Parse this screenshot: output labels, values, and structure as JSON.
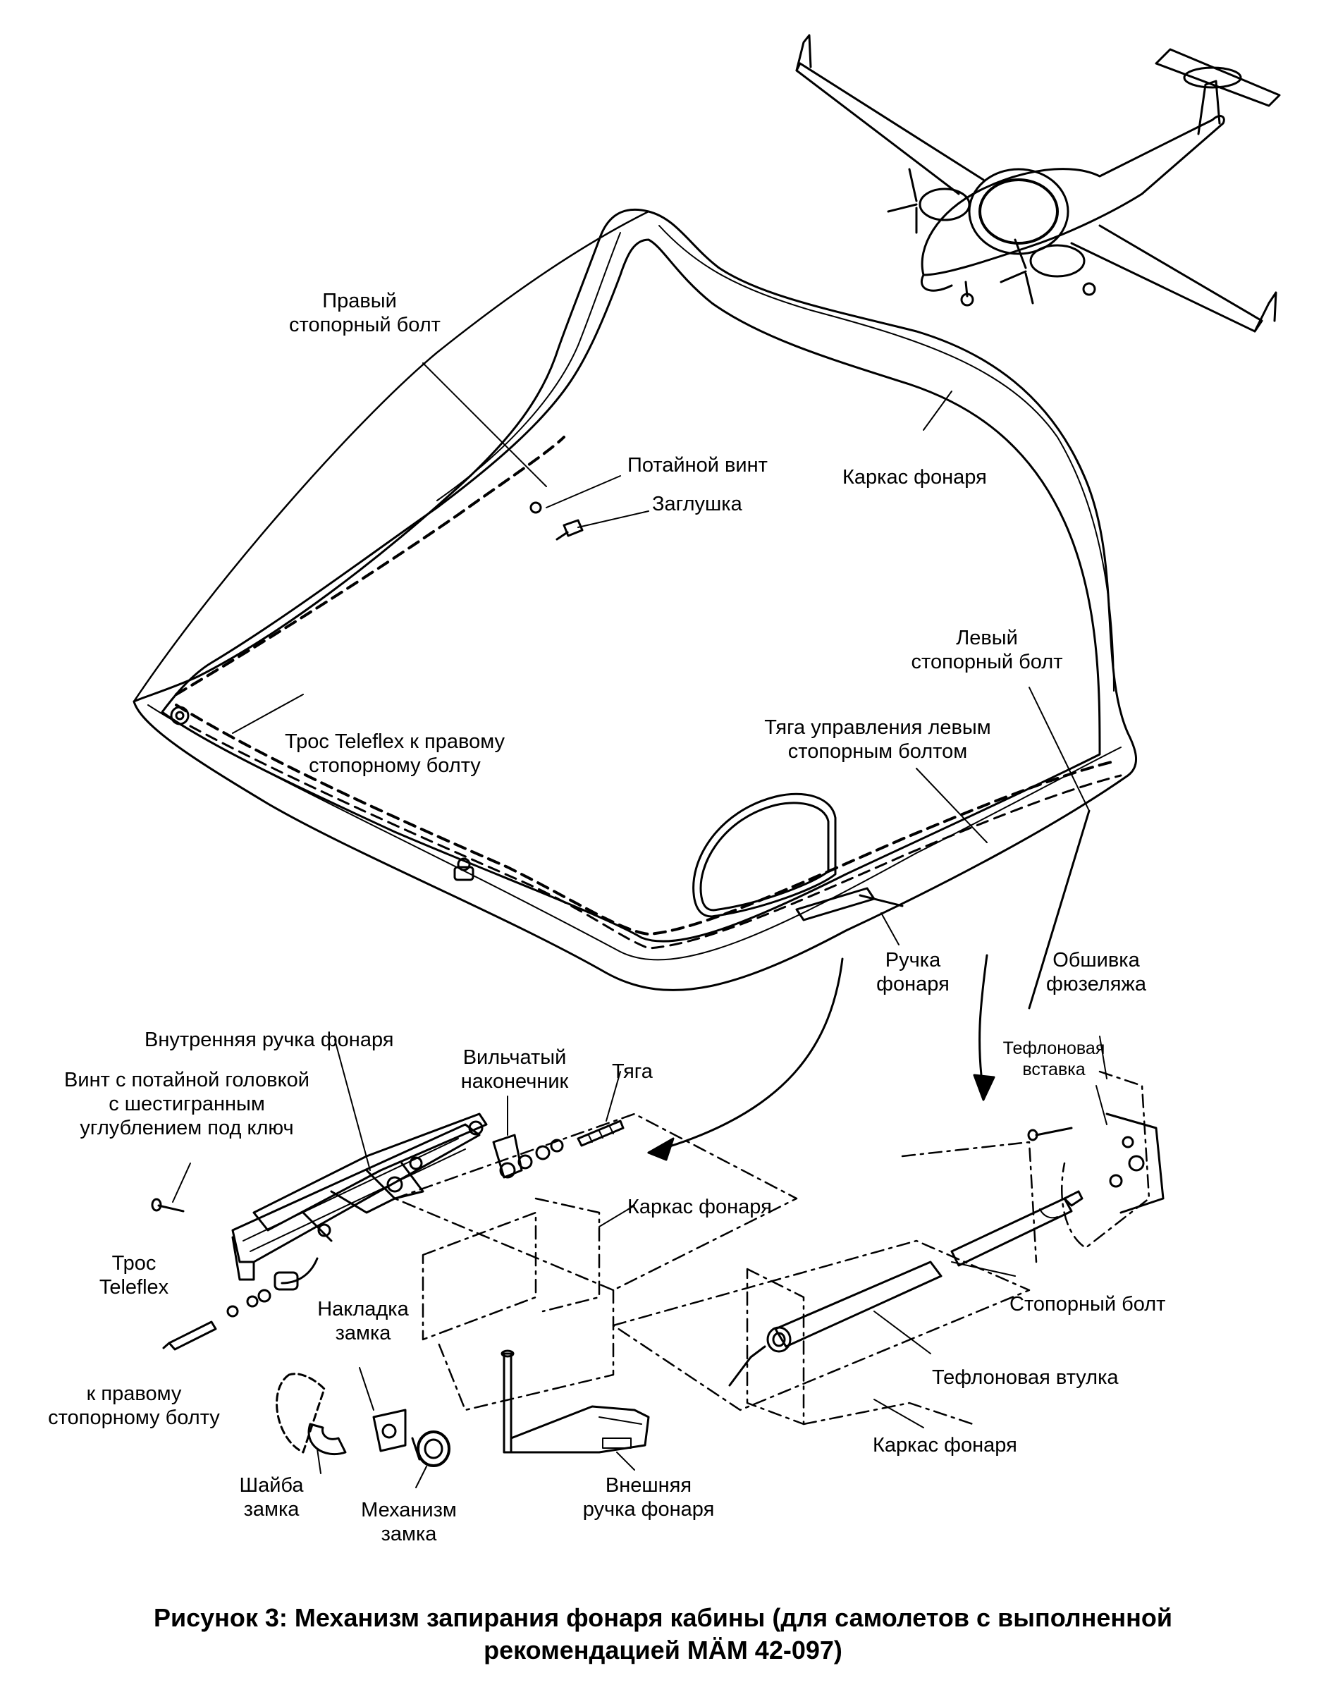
{
  "labels": {
    "right_lock_bolt": [
      "Правый",
      "стопорный болт"
    ],
    "countersunk_screw": "Потайной винт",
    "plug": "Заглушка",
    "canopy_frame_top": "Каркас фонаря",
    "left_lock_bolt": [
      "Левый",
      "стопорный болт"
    ],
    "teleflex_to_right": [
      "Трос Teleflex к правому",
      "стопорному болту"
    ],
    "left_bolt_rod": [
      "Тяга управления левым",
      "стопорным болтом"
    ],
    "canopy_handle": [
      "Ручка",
      "фонаря"
    ],
    "fuselage_skin": [
      "Обшивка",
      "фюзеляжа"
    ],
    "inner_handle": "Внутренняя ручка фонаря",
    "hex_screw": [
      "Винт с потайной головкой",
      "с шестигранным",
      "углублением под ключ"
    ],
    "clevis": [
      "Вильчатый",
      "наконечник"
    ],
    "rod": "Тяга",
    "teflon_insert": [
      "Тефлоновая",
      "вставка"
    ],
    "canopy_frame_mid": "Каркас фонаря",
    "teleflex_cable": [
      "Трос",
      "Teleflex"
    ],
    "lock_plate": [
      "Накладка",
      "замка"
    ],
    "lock_bolt": "Стопорный болт",
    "to_right_bolt": [
      "к правому",
      "стопорному болту"
    ],
    "teflon_bushing": "Тефлоновая втулка",
    "canopy_frame_bottom": "Каркас фонаря",
    "lock_washer": [
      "Шайба",
      "замка"
    ],
    "lock_mechanism": [
      "Механизм",
      "замка"
    ],
    "outer_handle": [
      "Внешняя",
      "ручка фонаря"
    ]
  },
  "caption": [
    "Рисунок 3: Механизм запирания фонаря кабины (для самолетов с выполненной",
    "рекомендацией МÄМ 42-097)"
  ]
}
